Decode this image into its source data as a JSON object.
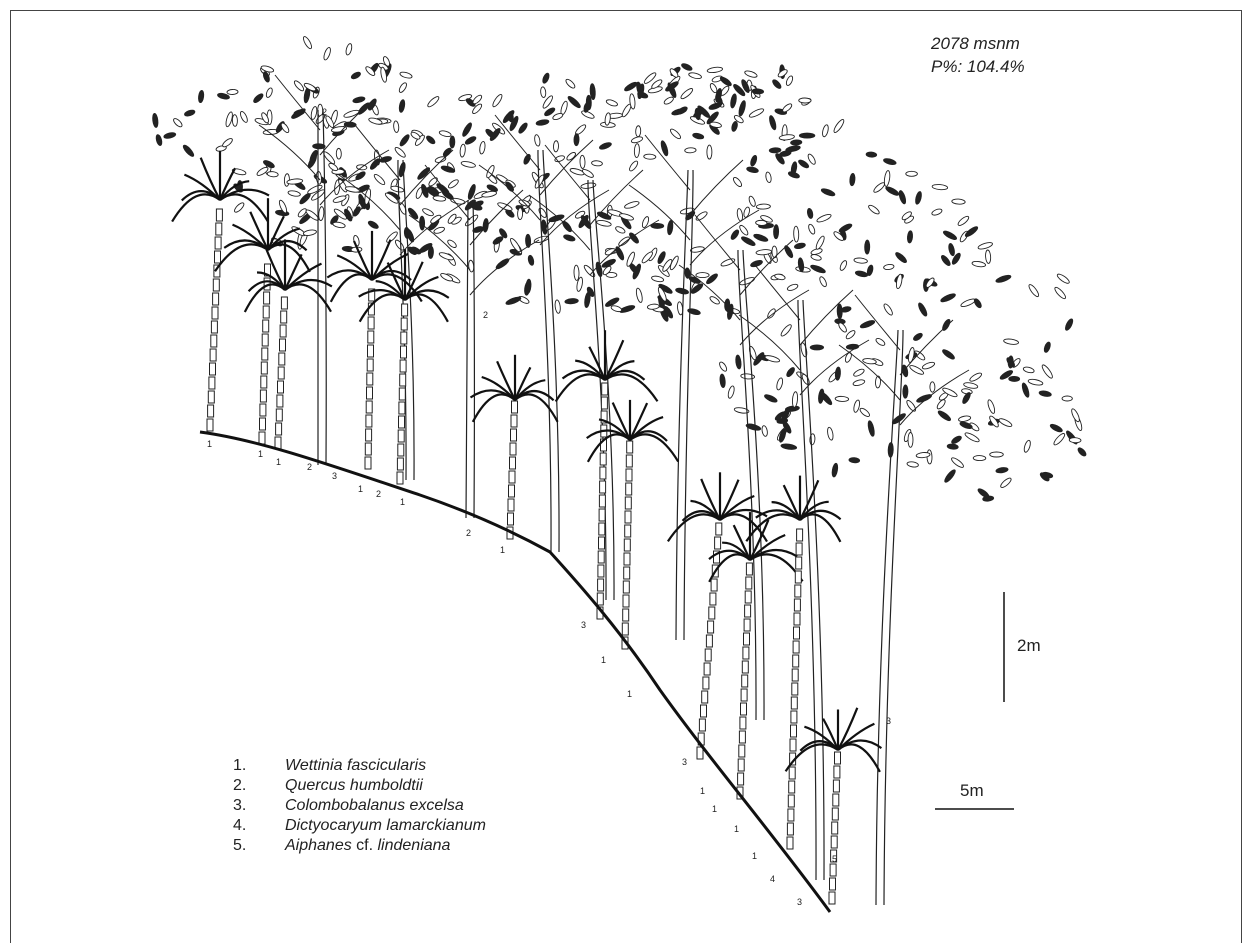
{
  "site": {
    "elevation": "2078 msnm",
    "percent": "P%: 104.4%"
  },
  "scale_bars": {
    "vertical_label": "2m",
    "horizontal_label": "5m"
  },
  "legend": [
    {
      "num": "1.",
      "genus": "Wettinia fascicularis",
      "mid": "",
      "epithet": ""
    },
    {
      "num": "2.",
      "genus": "Quercus humboldtii",
      "mid": "",
      "epithet": ""
    },
    {
      "num": "3.",
      "genus": "Colombobalanus excelsa",
      "mid": "",
      "epithet": ""
    },
    {
      "num": "4.",
      "genus": "Dictyocaryum lamarckianum",
      "mid": "",
      "epithet": ""
    },
    {
      "num": "5.",
      "genus": "Aiphanes",
      "mid": " cf. ",
      "epithet": "lindeniana"
    }
  ],
  "ground_labels": [
    "1",
    "1",
    "1",
    "2",
    "3",
    "1",
    "2",
    "1",
    "2",
    "1",
    "3",
    "1",
    "1",
    "3",
    "1",
    "1",
    "1",
    "1",
    "4",
    "3"
  ],
  "tree_labels": [
    "2",
    "2",
    "3",
    "5"
  ]
}
